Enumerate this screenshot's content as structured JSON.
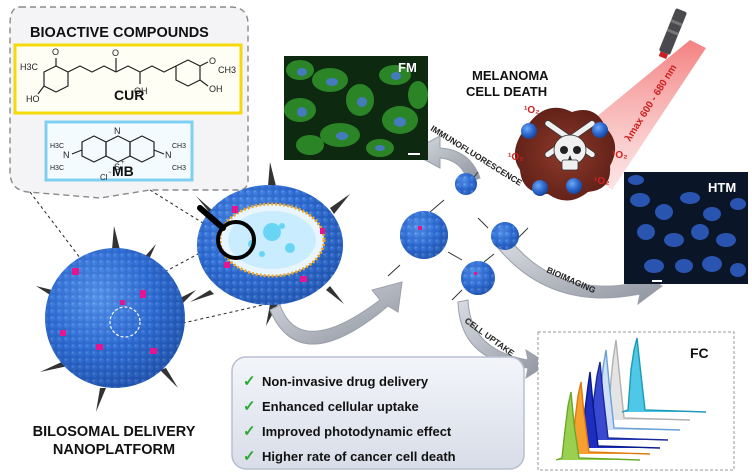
{
  "bioactive": {
    "title": "BIOACTIVE COMPOUNDS",
    "cur_label": "CUR",
    "cur_groups": {
      "methoxy_left": "O",
      "ch3_left": "H3C",
      "oh_left": "HO",
      "ketone": "O",
      "enol": "OH",
      "methoxy_right": "O",
      "ch3_right": "CH3",
      "oh_right": "OH"
    },
    "mb_label": "MB",
    "mb_groups": {
      "n_ring": "N",
      "s_ring": "S",
      "s_charge": "+",
      "cl": "Cl",
      "cl_charge": "−",
      "n_left": "N",
      "n_right": "N",
      "h3c_top": "H3C",
      "ch3_top": "CH3",
      "h3c_bottom": "H3C",
      "ch3_bottom": "CH3"
    }
  },
  "panels": {
    "fm": "FM",
    "htm": "HTM",
    "fc": "FC"
  },
  "melanoma": {
    "line1": "MELANOMA",
    "line2": "CELL DEATH",
    "laser_text": "λmax 600 - 680 nm",
    "singlet_oxygen": "¹O₂"
  },
  "arrows": {
    "immunofluorescence": "IMMUNOFLUORESCENCE",
    "bioimaging": "BIOIMAGING",
    "cell_uptake": "CELL UPTAKE"
  },
  "benefits": [
    "Non-invasive drug delivery",
    "Enhanced cellular uptake",
    "Improved photodynamic effect",
    "Higher rate of cancer cell death"
  ],
  "bottom_label": {
    "line1": "BILOSOMAL DELIVERY",
    "line2": "NANOPLATFORM"
  },
  "colors": {
    "sphere": "#2f6fd0",
    "pink": "#e5158f",
    "cur_border": "#f5d90a",
    "mb_border": "#7fd0f0",
    "fm_green": "#2f8f2a",
    "laser": "#e03030",
    "check": "#2aa832"
  }
}
